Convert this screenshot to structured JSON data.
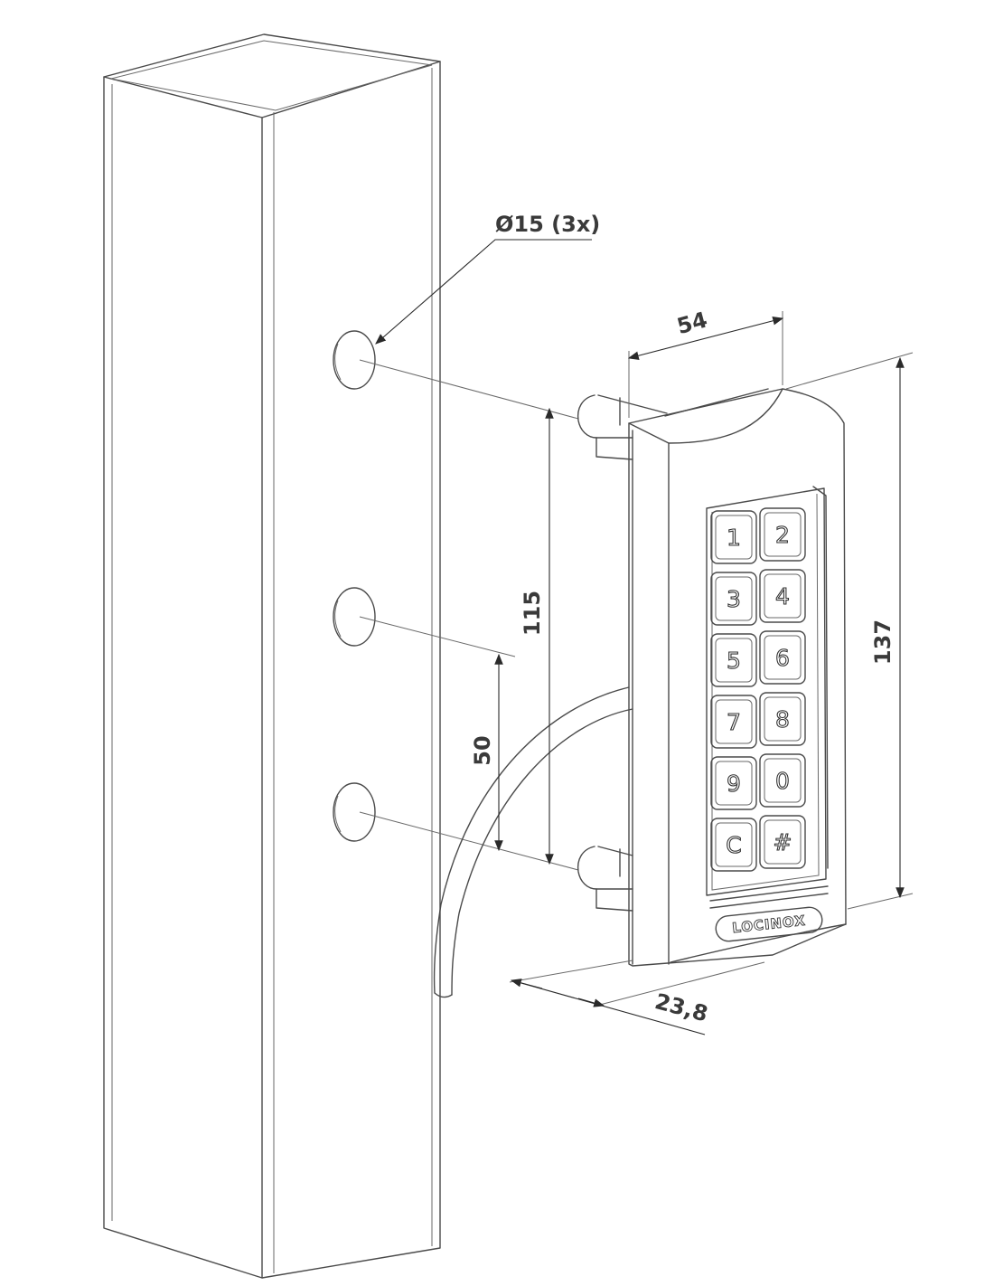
{
  "dimensions": {
    "hole_diameter": "Ø15 (3x)",
    "width": "54",
    "height": "137",
    "hole_spacing_outer": "115",
    "hole_spacing_inner": "50",
    "depth": "23,8"
  },
  "keypad": {
    "keys": [
      "1",
      "2",
      "3",
      "4",
      "5",
      "6",
      "7",
      "8",
      "9",
      "0",
      "C",
      "#"
    ],
    "brand": "LOCINOX"
  }
}
